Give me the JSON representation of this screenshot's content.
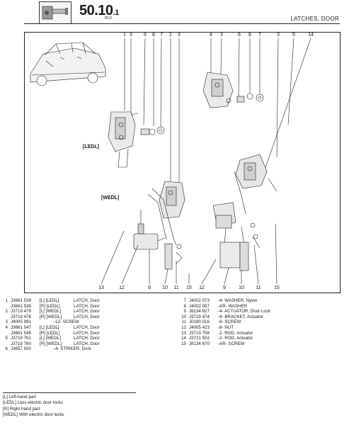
{
  "header": {
    "page_main": "50.10",
    "page_sub": ".1",
    "page_small": "P.C.3",
    "section_title": "LATCHES, DOOR"
  },
  "diagram": {
    "tags": [
      "[LEDL]",
      "[WEDL]"
    ],
    "callouts_top": [
      "1",
      "3",
      "6",
      "8",
      "7",
      "2",
      "3",
      "4",
      "3",
      "6",
      "8",
      "7",
      "3",
      "5",
      "14"
    ],
    "callouts_bottom": [
      "13",
      "12",
      "9",
      "10",
      "11",
      "15",
      "12",
      "9",
      "10",
      "11",
      "15"
    ]
  },
  "parts_left": [
    {
      "num": "1",
      "code": "J3661 539",
      "side": "[L] [LEDL]",
      "desc": "LATCH, Door"
    },
    {
      "num": "",
      "code": "J3661 538",
      "side": "[R] [LEDL]",
      "desc": "LATCH, Door"
    },
    {
      "num": "2",
      "code": "J3719 479",
      "side": "[L] [WEDL]",
      "desc": "LATCH, Door"
    },
    {
      "num": "",
      "code": "J3719 478",
      "side": "[R] [WEDL]",
      "desc": "LATCH, Door"
    },
    {
      "num": "3",
      "code": "J4005 991",
      "side": "",
      "desc": "-12- SCREW"
    },
    {
      "num": "4",
      "code": "J3661 547",
      "side": "[L] [LEDL]",
      "desc": "LATCH, Door"
    },
    {
      "num": "",
      "code": "J3661 546",
      "side": "[R] [LEDL]",
      "desc": "LATCH, Door"
    },
    {
      "num": "5",
      "code": "J3719 761",
      "side": "[L] [WEDL]",
      "desc": "LATCH, Door"
    },
    {
      "num": "",
      "code": "J3719 760",
      "side": "[R] [WEDL]",
      "desc": "LATCH, Door"
    },
    {
      "num": "6",
      "code": "J3657 930",
      "side": "",
      "desc": "-4- STRIKER, Door"
    }
  ],
  "parts_right": [
    {
      "num": "7",
      "code": "J4002 073",
      "desc": "-4- WASHER, Nylon"
    },
    {
      "num": "8",
      "code": "J4002 057",
      "desc": "-AR- WASHER"
    },
    {
      "num": "9",
      "code": "J8134 627",
      "desc": "-4- ACTUATOR, Door Lock"
    },
    {
      "num": "10",
      "code": "J3719 474",
      "desc": "-4- BRACKET, Actuator"
    },
    {
      "num": "11",
      "code": "J0180 016",
      "desc": "-8- SCREW"
    },
    {
      "num": "12",
      "code": "J4005 423",
      "desc": "-8- NUT"
    },
    {
      "num": "13",
      "code": "J3719 758",
      "desc": "-2- ROD, Actuator"
    },
    {
      "num": "14",
      "code": "J3721 502",
      "desc": "-2- ROD, Actuator"
    },
    {
      "num": "15",
      "code": "J8134 670",
      "desc": "-AR- SCREW"
    }
  ],
  "legend": [
    "[L] Left-hand part",
    "[LEDL] Less electric door locks",
    "[R] Right-hand part",
    "[WEDL] With electric door locks"
  ]
}
